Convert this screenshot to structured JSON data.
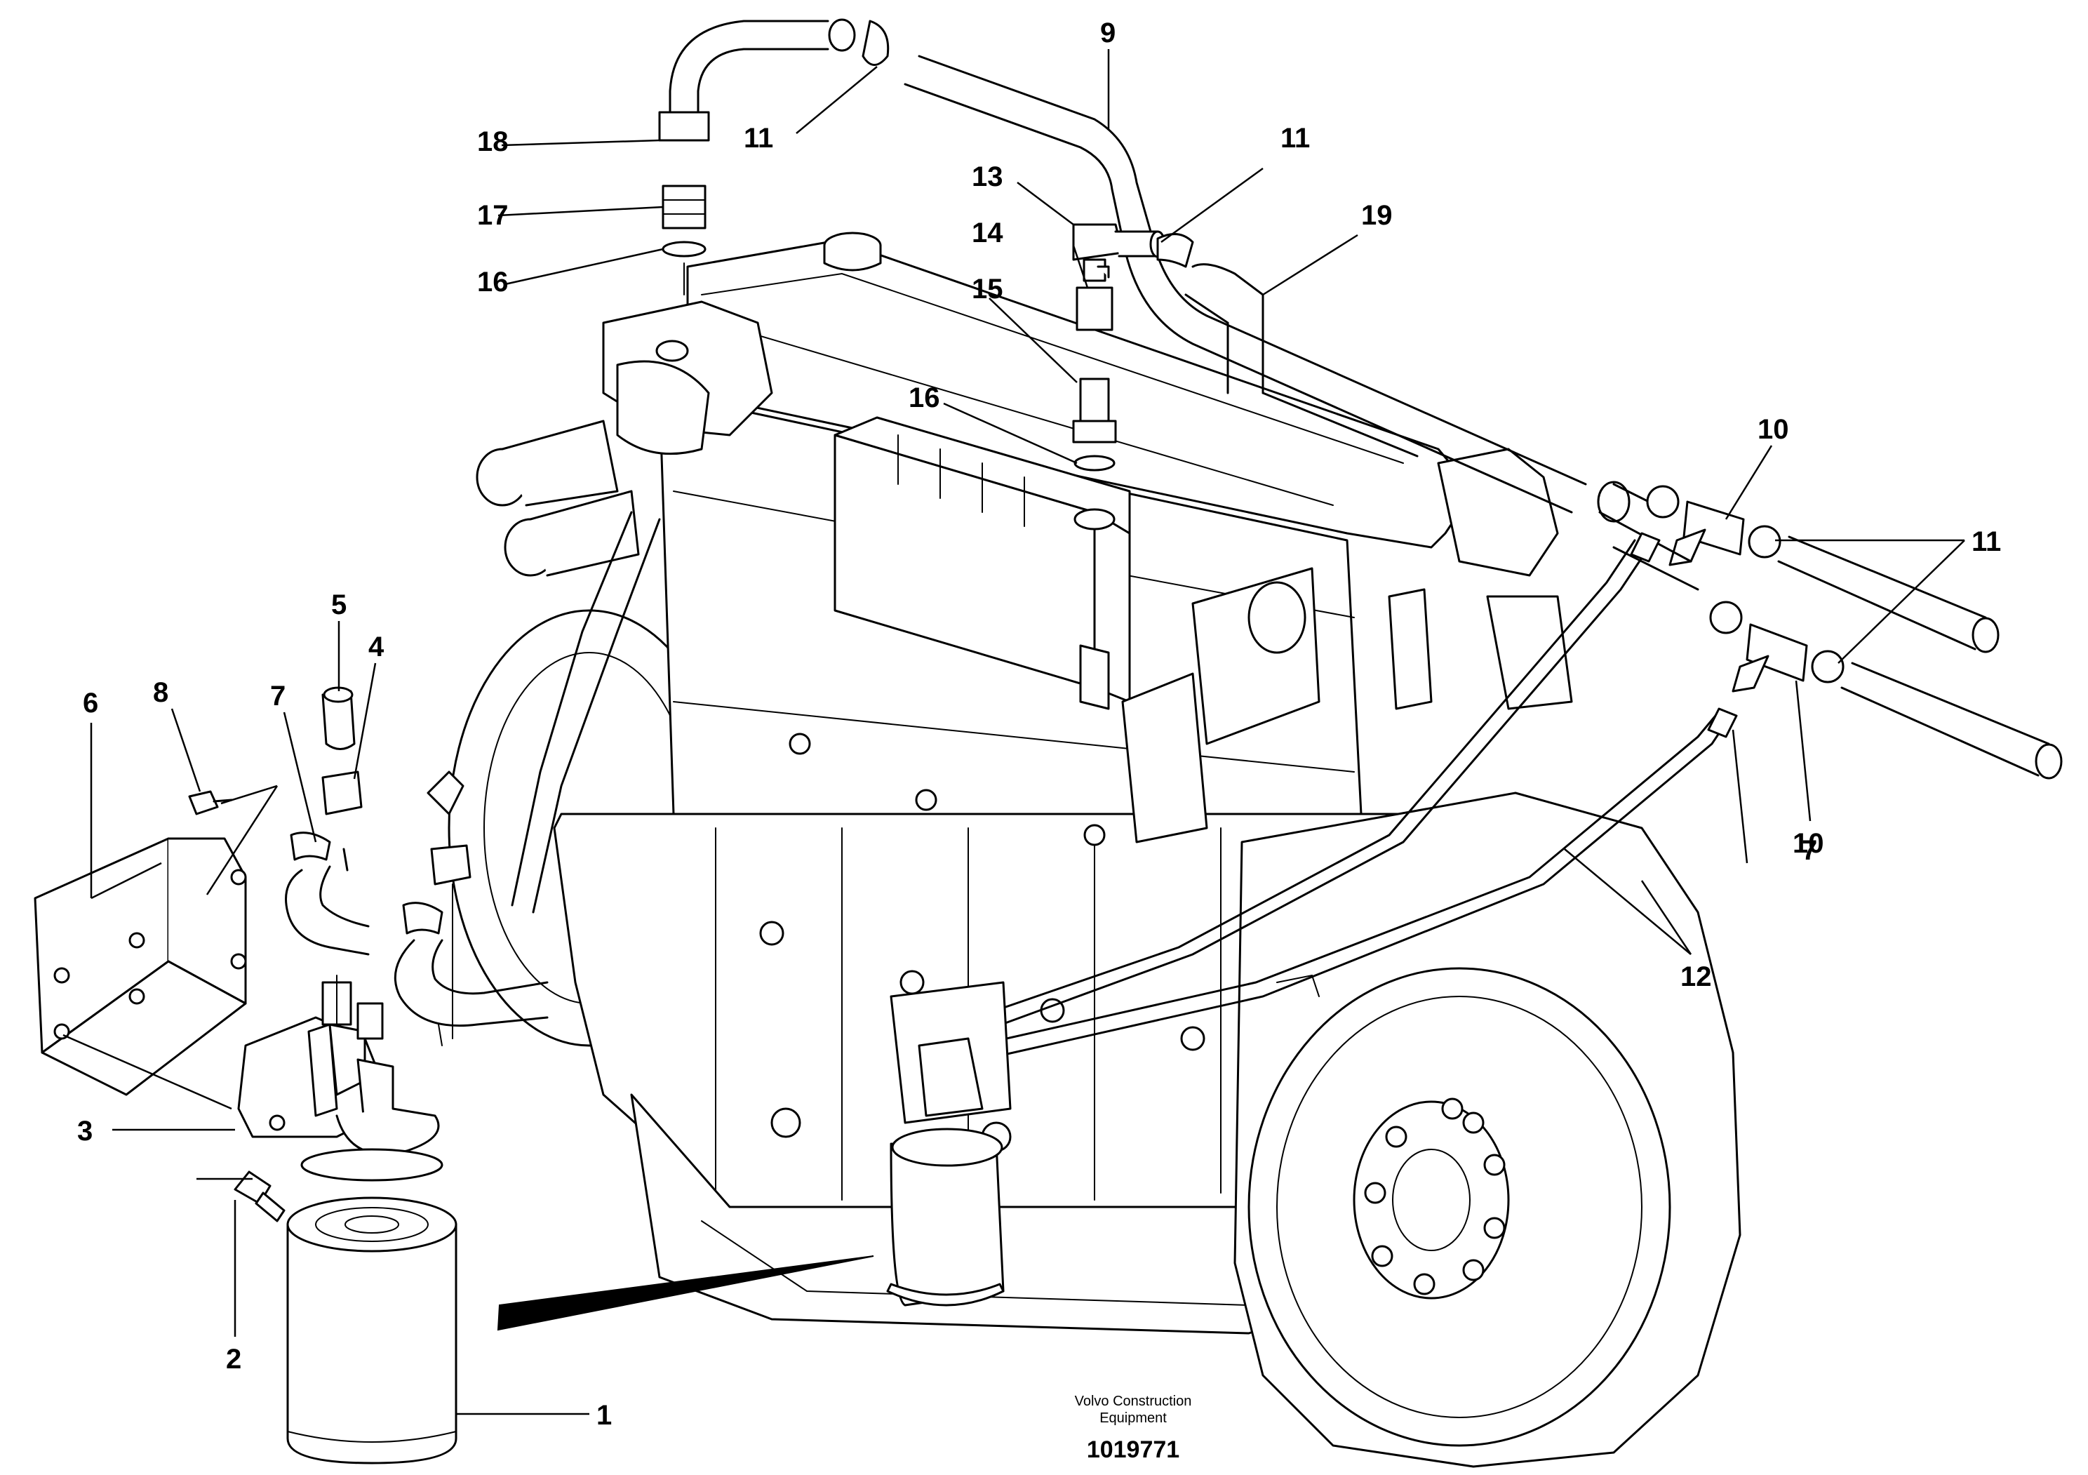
{
  "callouts": [
    {
      "id": "c1",
      "label": "1"
    },
    {
      "id": "c2",
      "label": "2"
    },
    {
      "id": "c3",
      "label": "3"
    },
    {
      "id": "c4",
      "label": "4"
    },
    {
      "id": "c5",
      "label": "5"
    },
    {
      "id": "c6",
      "label": "6"
    },
    {
      "id": "c7a",
      "label": "7"
    },
    {
      "id": "c7b",
      "label": "7"
    },
    {
      "id": "c8",
      "label": "8"
    },
    {
      "id": "c9",
      "label": "9"
    },
    {
      "id": "c10a",
      "label": "10"
    },
    {
      "id": "c10b",
      "label": "10"
    },
    {
      "id": "c11a",
      "label": "11"
    },
    {
      "id": "c11b",
      "label": "11"
    },
    {
      "id": "c11c",
      "label": "11"
    },
    {
      "id": "c12",
      "label": "12"
    },
    {
      "id": "c13",
      "label": "13"
    },
    {
      "id": "c14",
      "label": "14"
    },
    {
      "id": "c15",
      "label": "15"
    },
    {
      "id": "c16a",
      "label": "16"
    },
    {
      "id": "c16b",
      "label": "16"
    },
    {
      "id": "c17",
      "label": "17"
    },
    {
      "id": "c18",
      "label": "18"
    },
    {
      "id": "c19",
      "label": "19"
    }
  ],
  "footer": {
    "company_line1": "Volvo Construction",
    "company_line2": "Equipment",
    "document_number": "1019771"
  }
}
